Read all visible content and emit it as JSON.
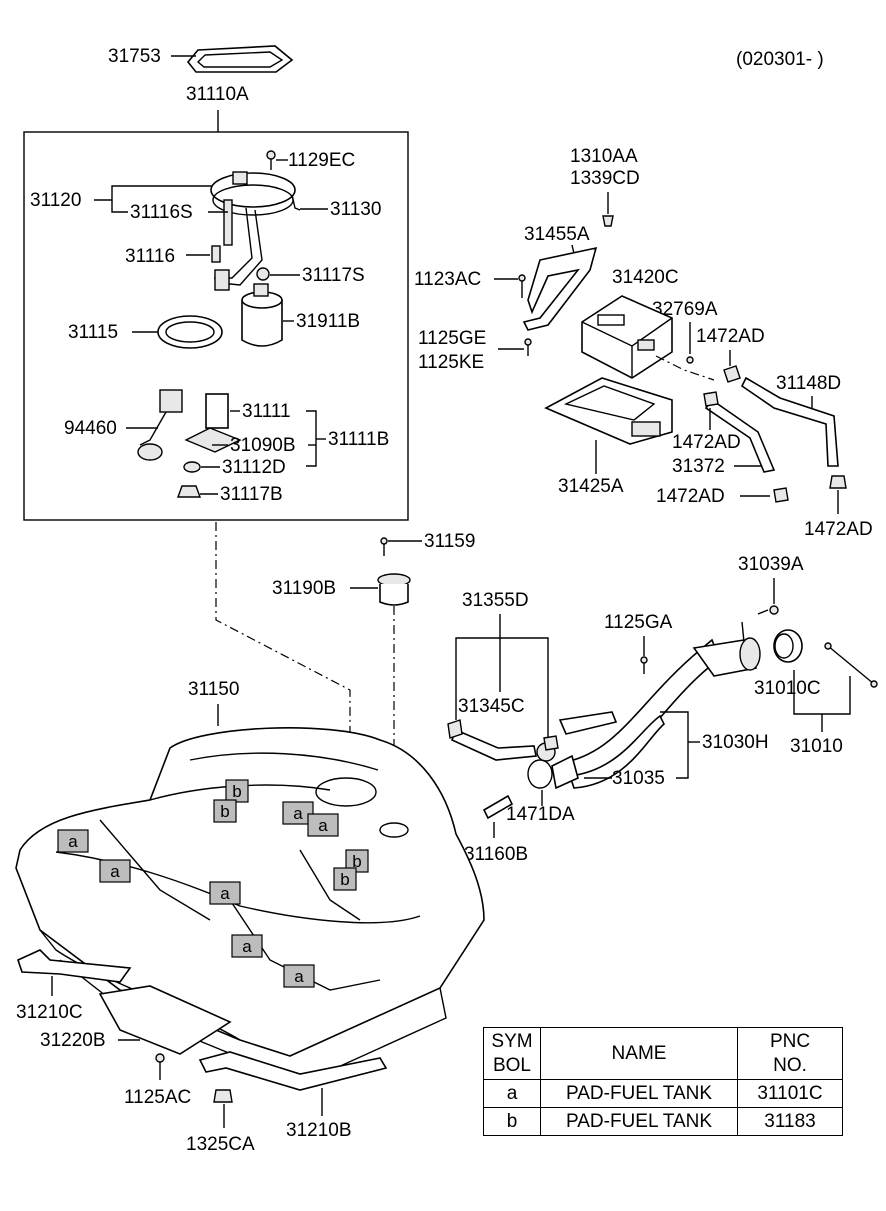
{
  "header": {
    "serial_range": "(020301- )"
  },
  "callouts": {
    "c31753": "31753",
    "c31110A": "31110A",
    "c1129EC": "1129EC",
    "c31120": "31120",
    "c31116S": "31116S",
    "c31130": "31130",
    "c31116": "31116",
    "c31117S": "31117S",
    "c31115": "31115",
    "c31911B": "31911B",
    "c94460": "94460",
    "c31111": "31111",
    "c31090B": "31090B",
    "c31111B": "31111B",
    "c31112D": "31112D",
    "c31117B": "31117B",
    "c1310AA": "1310AA",
    "c1339CD": "1339CD",
    "c31455A": "31455A",
    "c1123AC": "1123AC",
    "c31420C": "31420C",
    "c32769A": "32769A",
    "c1472AD_a": "1472AD",
    "c1125GE": "1125GE",
    "c1125KE": "1125KE",
    "c31148D": "31148D",
    "c1472AD_b": "1472AD",
    "c31372": "31372",
    "c31425A": "31425A",
    "c1472AD_c": "1472AD",
    "c1472AD_d": "1472AD",
    "c31159": "31159",
    "c31190B": "31190B",
    "c31039A": "31039A",
    "c31355D": "31355D",
    "c1125GA": "1125GA",
    "c31150": "31150",
    "c31345C": "31345C",
    "c31010C": "31010C",
    "c31030H": "31030H",
    "c31010": "31010",
    "c31035": "31035",
    "c1471DA": "1471DA",
    "c31160B": "31160B",
    "c31210C": "31210C",
    "c31220B": "31220B",
    "c1125AC": "1125AC",
    "c1325CA": "1325CA",
    "c31210B": "31210B"
  },
  "pad_marks": {
    "a": "a",
    "b": "b"
  },
  "legend": {
    "headers": {
      "sym_line1": "SYM",
      "sym_line2": "BOL",
      "name": "NAME",
      "pnc_line1": "PNC",
      "pnc_line2": "NO."
    },
    "rows": [
      {
        "symbol": "a",
        "name": "PAD-FUEL TANK",
        "pnc": "31101C"
      },
      {
        "symbol": "b",
        "name": "PAD-FUEL TANK",
        "pnc": "31183"
      }
    ]
  }
}
